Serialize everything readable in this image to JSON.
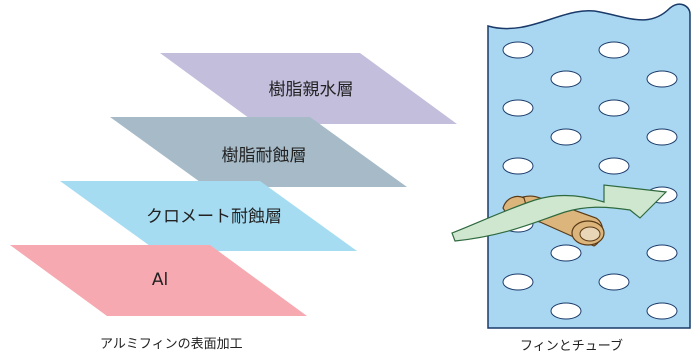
{
  "layers": [
    {
      "label": "樹脂親水層",
      "color": "#c4bedd"
    },
    {
      "label": "樹脂耐蝕層",
      "color": "#a6bac8"
    },
    {
      "label": "クロメート耐蝕層",
      "color": "#a6dcf2"
    },
    {
      "label": "Al",
      "color": "#f6a9b0"
    }
  ],
  "fin_color": "#a9d7f1",
  "tube_color": "#dcb57c",
  "arrow_color": "#cfe7cf",
  "captions": {
    "left": "アルミフィンの表面加工",
    "right": "フィンとチューブ"
  }
}
